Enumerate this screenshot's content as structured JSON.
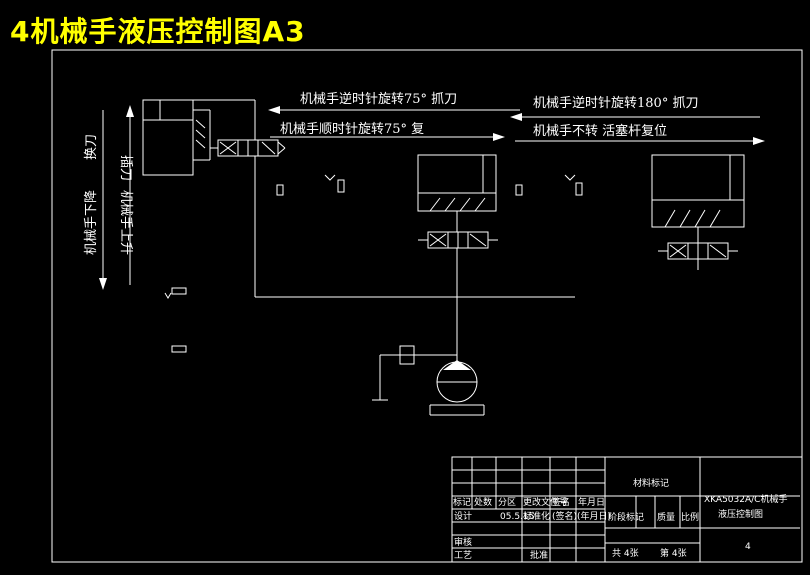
{
  "title": "4机械手液压控制图A3",
  "labels": {
    "ccw75": "机械手逆时针旋转75° 抓刀",
    "cw75": "机械手顺时针旋转75° 复",
    "ccw180": "机械手逆时针旋转180° 抓刀",
    "hold": "机械手不转  活塞杆复位",
    "v_a1": "换刀",
    "v_a2": "插刀",
    "v_b1": "机械手下降",
    "v_b2": "机械手上升"
  },
  "title_block": {
    "material": "材料标记",
    "drawing_name_1": "XKA5032A/C机械手",
    "drawing_name_2": "液压控制图",
    "sheet_number": "4",
    "stage": "阶段标记",
    "weight": "质量",
    "scale": "比例",
    "sheet_total": "共 4张",
    "sheet_index": "第 4张",
    "mark": "标记",
    "count": "处数",
    "zone": "分区",
    "change_doc": "更改文件号",
    "sign": "签名",
    "date": "年月日",
    "design": "设计",
    "design_date": "05.5.15",
    "standardize": "标准化",
    "sign2": "(签名)",
    "date2": "(年月日)",
    "review": "审核",
    "process": "工艺",
    "approve": "批准"
  }
}
